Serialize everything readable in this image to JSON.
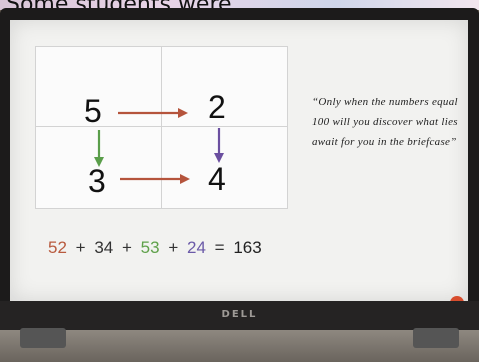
{
  "top_caption": "Some students were",
  "brand": "DELL",
  "puzzle": {
    "top_left": "5",
    "top_right": "2",
    "bottom_left": "3",
    "bottom_right": "4"
  },
  "quote": {
    "text": "“Only when the numbers equal 100 will you discover what lies await for you in the briefcase”"
  },
  "equation": {
    "term1": "52",
    "op1": "+",
    "term2": "34",
    "op2": "+",
    "term3": "53",
    "op3": "+",
    "term4": "24",
    "eq": "=",
    "result": "163"
  },
  "colors": {
    "red_arrow": "#b5543c",
    "green_arrow": "#5a9e4a",
    "purple_arrow": "#6b4fa0",
    "term1": "#b85a3e",
    "term2": "#333333",
    "term3": "#5fa14a",
    "term4": "#6b5aa8",
    "dot": "#d84d2d"
  }
}
